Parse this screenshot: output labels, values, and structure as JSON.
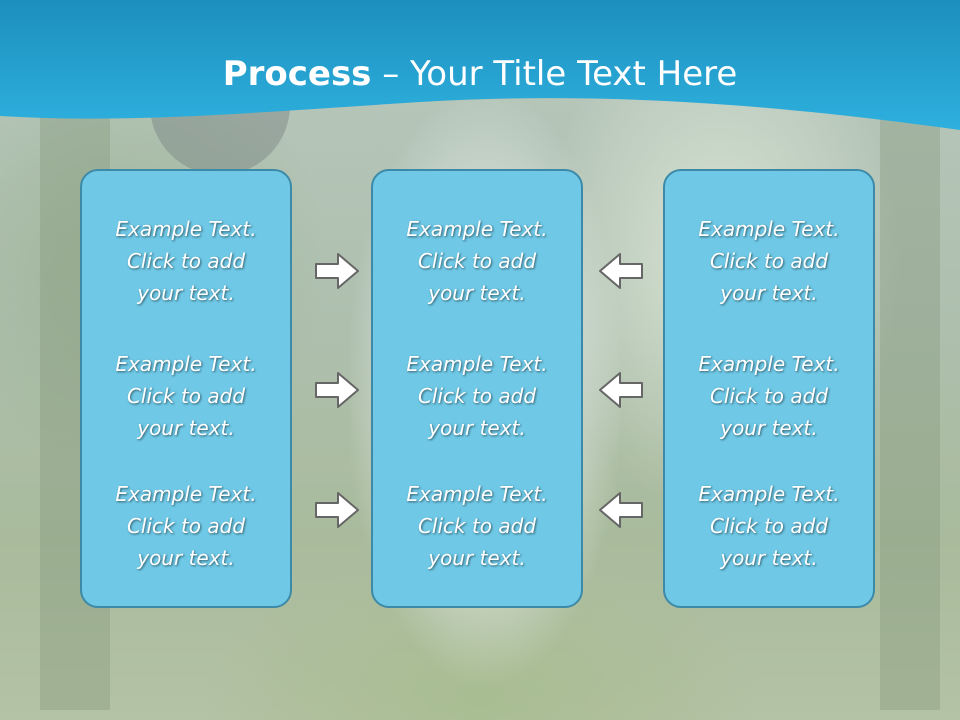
{
  "title": {
    "bold": "Process",
    "rest": " – Your Title Text Here"
  },
  "columns": [
    {
      "items": [
        {
          "line1": "Example Text.",
          "line2": "Click  to add",
          "line3": "your text."
        },
        {
          "line1": "Example Text.",
          "line2": "Click  to add",
          "line3": "your text."
        },
        {
          "line1": "Example Text.",
          "line2": "Click  to add",
          "line3": "your text."
        }
      ]
    },
    {
      "items": [
        {
          "line1": "Example Text.",
          "line2": "Click  to add",
          "line3": "your text."
        },
        {
          "line1": "Example Text.",
          "line2": "Click  to add",
          "line3": "your text."
        },
        {
          "line1": "Example Text.",
          "line2": "Click  to add",
          "line3": "your text."
        }
      ]
    },
    {
      "items": [
        {
          "line1": "Example Text.",
          "line2": "Click  to add",
          "line3": "your text."
        },
        {
          "line1": "Example Text.",
          "line2": "Click  to add",
          "line3": "your text."
        },
        {
          "line1": "Example Text.",
          "line2": "Click  to add",
          "line3": "your text."
        }
      ]
    }
  ],
  "arrows": {
    "left_group": [
      "right-arrow-icon",
      "right-arrow-icon",
      "right-arrow-icon"
    ],
    "right_group": [
      "left-arrow-icon",
      "left-arrow-icon",
      "left-arrow-icon"
    ]
  },
  "colors": {
    "header": "#2aa7d6",
    "box_fill": "#6ec8e6",
    "box_border": "#3d8aa8",
    "text": "#ffffff"
  }
}
